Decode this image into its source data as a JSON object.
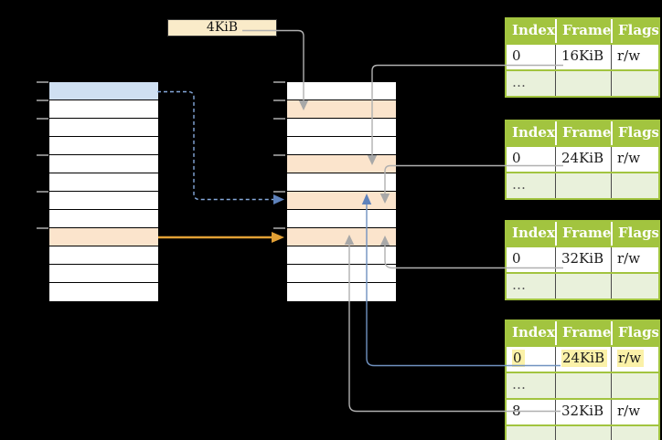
{
  "page_size_label": "4KiB",
  "virtual_memory": {
    "rows": 12,
    "blue_row_index": 0,
    "orange_row_index": 8,
    "tick_row_boundaries": [
      0,
      1,
      2,
      4,
      6,
      8
    ]
  },
  "physical_memory": {
    "rows": 12,
    "orange_row_indices": [
      1,
      4,
      6,
      8
    ],
    "tick_row_boundaries": [
      0,
      1,
      2,
      4,
      6,
      8
    ]
  },
  "page_tables": [
    {
      "headers": [
        "Index",
        "Frame",
        "Flags"
      ],
      "rows": [
        {
          "cells": [
            "0",
            "16KiB",
            "r/w"
          ],
          "variant": "normal"
        },
        {
          "cells": [
            "…",
            "",
            ""
          ],
          "variant": "dots"
        }
      ]
    },
    {
      "headers": [
        "Index",
        "Frame",
        "Flags"
      ],
      "rows": [
        {
          "cells": [
            "0",
            "24KiB",
            "r/w"
          ],
          "variant": "normal"
        },
        {
          "cells": [
            "…",
            "",
            ""
          ],
          "variant": "dots"
        }
      ]
    },
    {
      "headers": [
        "Index",
        "Frame",
        "Flags"
      ],
      "rows": [
        {
          "cells": [
            "0",
            "32KiB",
            "r/w"
          ],
          "variant": "normal"
        },
        {
          "cells": [
            "…",
            "",
            ""
          ],
          "variant": "dots"
        }
      ]
    },
    {
      "headers": [
        "Index",
        "Frame",
        "Flags"
      ],
      "rows": [
        {
          "cells": [
            "0",
            "24KiB",
            "r/w"
          ],
          "variant": "highlighted"
        },
        {
          "cells": [
            "…",
            "",
            ""
          ],
          "variant": "dots"
        },
        {
          "cells": [
            "8",
            "32KiB",
            "r/w"
          ],
          "variant": "normal"
        },
        {
          "cells": [
            "…",
            "",
            ""
          ],
          "variant": "dots"
        }
      ]
    }
  ],
  "connections": [
    {
      "from": "page-size-label",
      "to": "physical-memory-row-1",
      "style": "solid-gray"
    },
    {
      "from": "page-table-1-frame-16KiB",
      "to": "physical-memory-row-4",
      "style": "solid-gray"
    },
    {
      "from": "page-table-2-frame-24KiB",
      "to": "physical-memory-row-6",
      "style": "solid-gray"
    },
    {
      "from": "page-table-3-frame-32KiB",
      "to": "physical-memory-row-8",
      "style": "solid-gray"
    },
    {
      "from": "page-table-4-frame-24KiB",
      "to": "physical-memory-row-6",
      "style": "solid-blue"
    },
    {
      "from": "page-table-4-frame-32KiB",
      "to": "physical-memory-row-8",
      "style": "solid-gray"
    },
    {
      "from": "virtual-memory-row-0",
      "to": "physical-memory-row-6",
      "style": "dashed-blue"
    },
    {
      "from": "virtual-memory-row-8",
      "to": "physical-memory-row-8",
      "style": "solid-orange"
    }
  ],
  "colors": {
    "background": "#000000",
    "table_header_green": "#A2C43F",
    "table_row_green": "#E9F1DB",
    "label_cream": "#FAEBC9",
    "virtual_blue_row": "#CFE0F2",
    "orange_row": "#FBE4CC",
    "highlight_yellow": "#FBF1A8",
    "arrow_gray": "#B0B0B0",
    "arrow_blue": "#7092C0",
    "arrow_dashed_blue": "#85A9DB",
    "arrow_orange": "#E2A035"
  }
}
